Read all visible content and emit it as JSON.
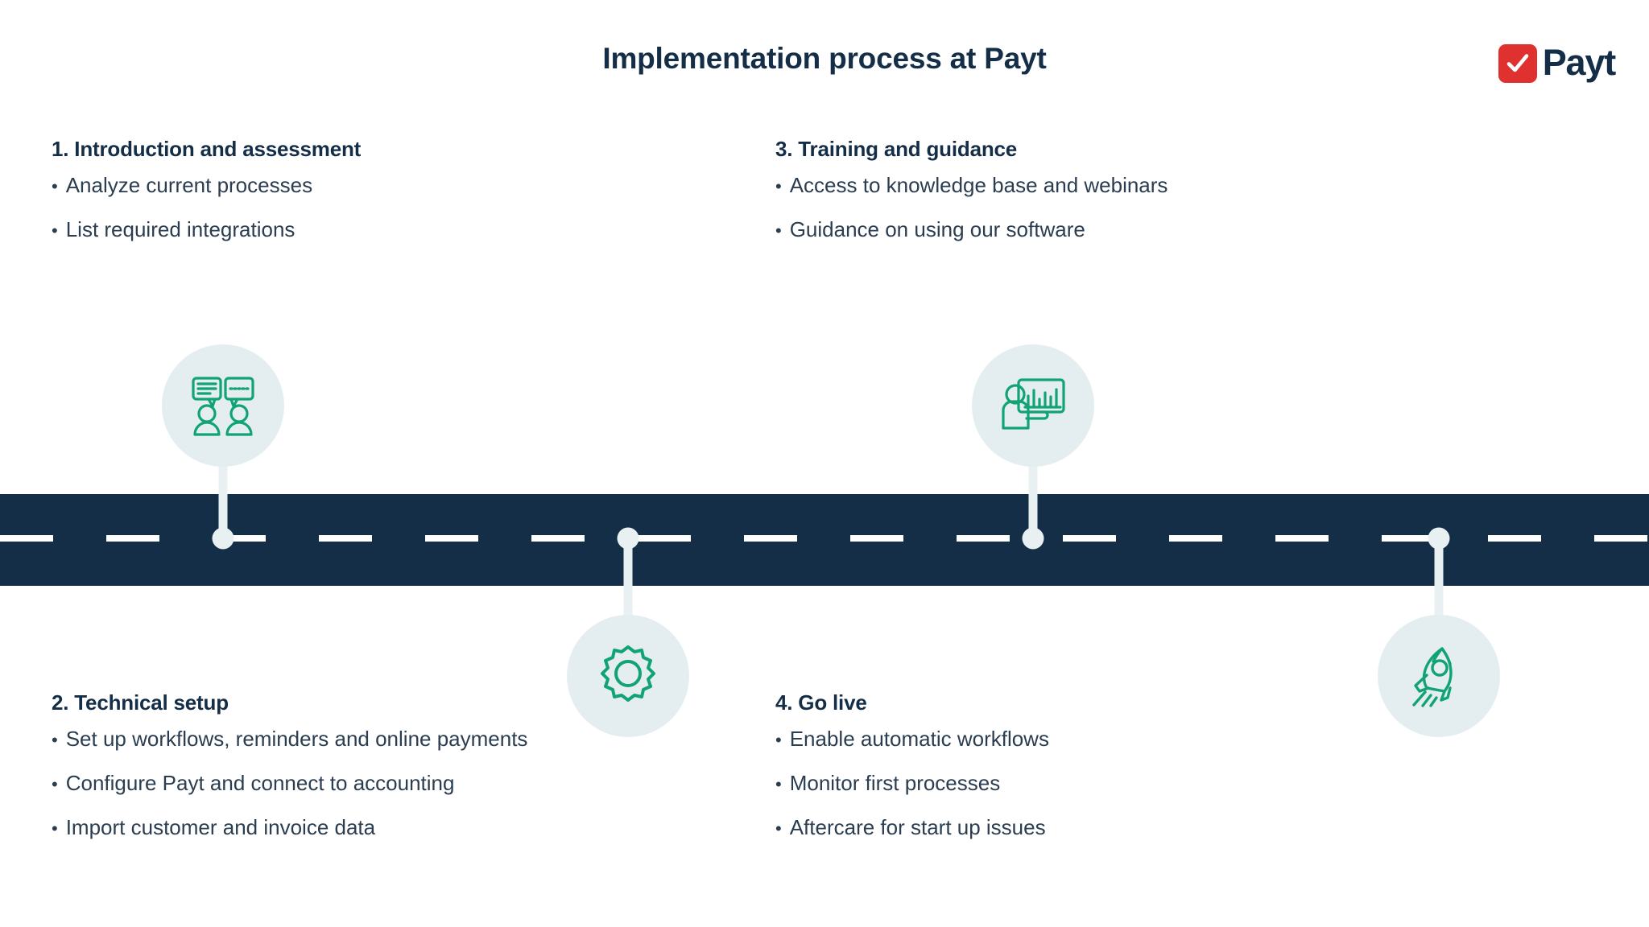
{
  "header": {
    "title": "Implementation process at Payt",
    "logo": {
      "mark_icon": "checkmark-icon",
      "wordmark": "Payt",
      "mark_color": "#e03131",
      "word_color": "#152e47"
    }
  },
  "theme": {
    "navy": "#152e47",
    "green": "#12a375",
    "bubble_bg": "#e4eef0",
    "node_color": "#e8f0f2",
    "background": "#ffffff",
    "body_text": "#2b3d50"
  },
  "timeline": {
    "orientation": "horizontal",
    "band_color": "#152e47",
    "line_style": "dashed",
    "line_color": "#ffffff",
    "nodes": [
      {
        "step": 1,
        "x_pct": 13.5,
        "icon_side": "above"
      },
      {
        "step": 2,
        "x_pct": 38.1,
        "icon_side": "below"
      },
      {
        "step": 3,
        "x_pct": 62.6,
        "icon_side": "above"
      },
      {
        "step": 4,
        "x_pct": 87.2,
        "icon_side": "below"
      }
    ]
  },
  "steps": [
    {
      "number": "1.",
      "title": "1. Introduction and assessment",
      "icon": "two-people-speech-bubbles-icon",
      "bullets": [
        "Analyze current processes",
        "List required integrations"
      ]
    },
    {
      "number": "2.",
      "title": "2. Technical setup",
      "icon": "gear-icon",
      "bullets": [
        "Set up workflows, reminders and online payments",
        "Configure Payt and connect to accounting",
        "Import customer and invoice data"
      ]
    },
    {
      "number": "3.",
      "title": "3. Training and guidance",
      "icon": "presentation-person-chart-icon",
      "bullets": [
        "Access to knowledge base and webinars",
        "Guidance on using our software"
      ]
    },
    {
      "number": "4.",
      "title": "4. Go live",
      "icon": "rocket-icon",
      "bullets": [
        "Enable automatic workflows",
        "Monitor first processes",
        "Aftercare for start up issues"
      ]
    }
  ],
  "bullet_marker": "•"
}
